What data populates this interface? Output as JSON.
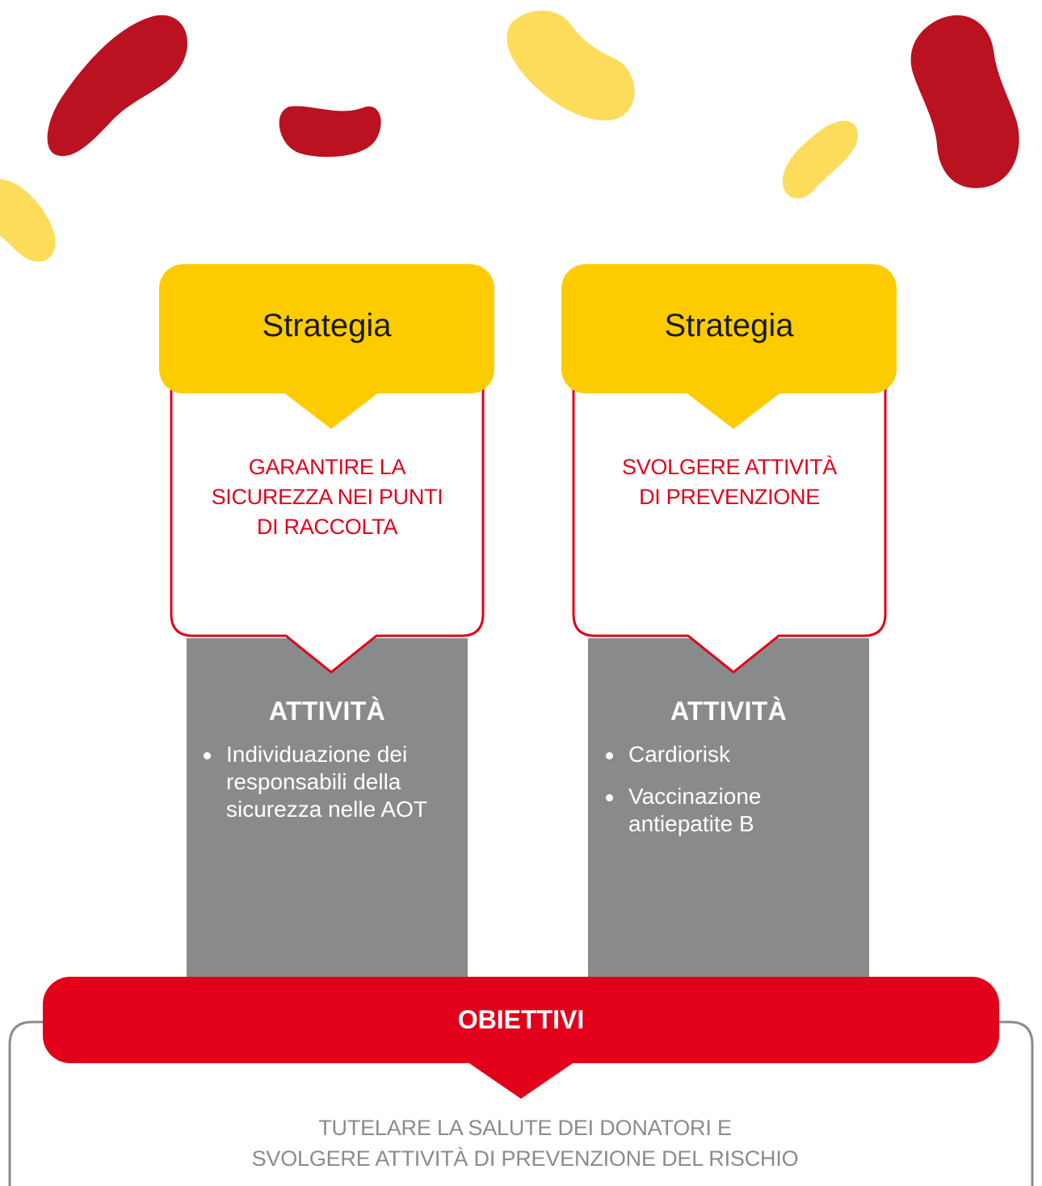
{
  "colors": {
    "red": "#e2001a",
    "dark_red": "#ba1221",
    "yellow": "#fdcc00",
    "light_yellow": "#fddc5c",
    "gray": "#898a8c",
    "outline_gray": "#8b8b8b"
  },
  "columns": [
    {
      "header": "Strategia",
      "strategy": [
        "GARANTIRE LA",
        "SICUREZZA NEI PUNTI",
        "DI RACCOLTA"
      ],
      "activities_title": "ATTIVITÀ",
      "activities": [
        "Individuazione dei responsabili della sicurezza nelle AOT"
      ]
    },
    {
      "header": "Strategia",
      "strategy": [
        "SVOLGERE ATTIVITÀ",
        "DI PREVENZIONE"
      ],
      "activities_title": "ATTIVITÀ",
      "activities": [
        "Cardiorisk",
        "Vaccinazione antiepatite B"
      ]
    }
  ],
  "objectives": {
    "title": "OBIETTIVI",
    "text": [
      "TUTELARE LA SALUTE DEI DONATORI E",
      "SVOLGERE ATTIVITÀ DI PREVENZIONE DEL RISCHIO"
    ]
  }
}
